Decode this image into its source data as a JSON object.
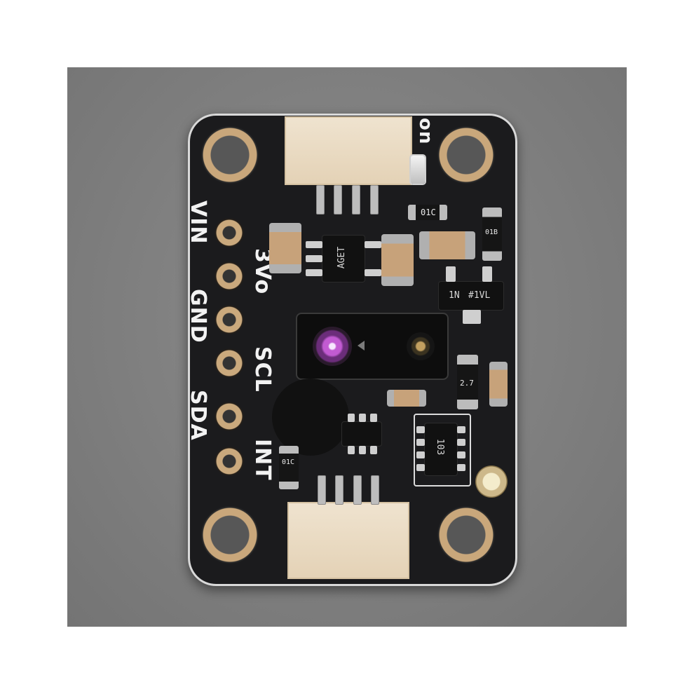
{
  "board": {
    "pin_labels": [
      "VIN",
      "3Vo",
      "GND",
      "SCL",
      "SDA",
      "INT"
    ],
    "led_label": "on",
    "markings": {
      "resistor_top": "01C",
      "resistor_right": "01B",
      "resistor_left": "01C",
      "regulator": "AGET",
      "transistor": "1N",
      "transistor_code": "#1VL",
      "resistor_mid": "2.7",
      "resistor_array": "103"
    }
  }
}
